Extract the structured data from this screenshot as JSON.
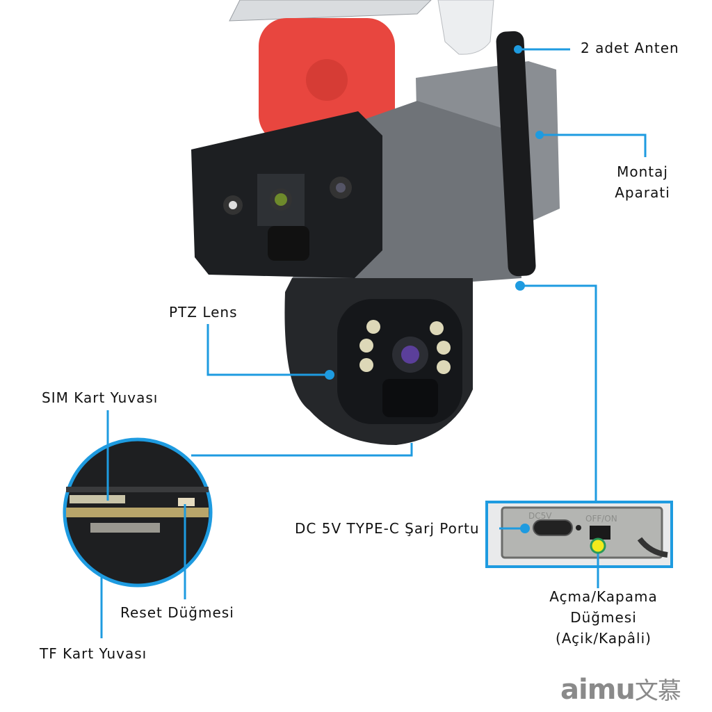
{
  "labels": {
    "antenna": "2 adet Anten",
    "mount_line1": "Montaj",
    "mount_line2": "Aparati",
    "ptz_lens": "PTZ Lens",
    "sim_slot": "SIM Kart Yuvası",
    "dc_port": "DC 5V TYPE-C Şarj Portu",
    "power_line1": "Açma/Kapama",
    "power_line2": "Düğmesi",
    "power_line3": "(Açik/Kapâli)",
    "reset": "Reset Düğmesi",
    "tf_slot": "TF Kart Yuvası"
  },
  "port_panel": {
    "dc_marking": "DC5V",
    "switch_marking": "OFF/ON"
  },
  "logo": {
    "latin": "aimu",
    "chinese": "文慕"
  },
  "colors": {
    "callout_line": "#1e9be0",
    "power_dot": "#f2ea1c",
    "speaker": "#e8463f",
    "camera_body": "#6f7378"
  }
}
